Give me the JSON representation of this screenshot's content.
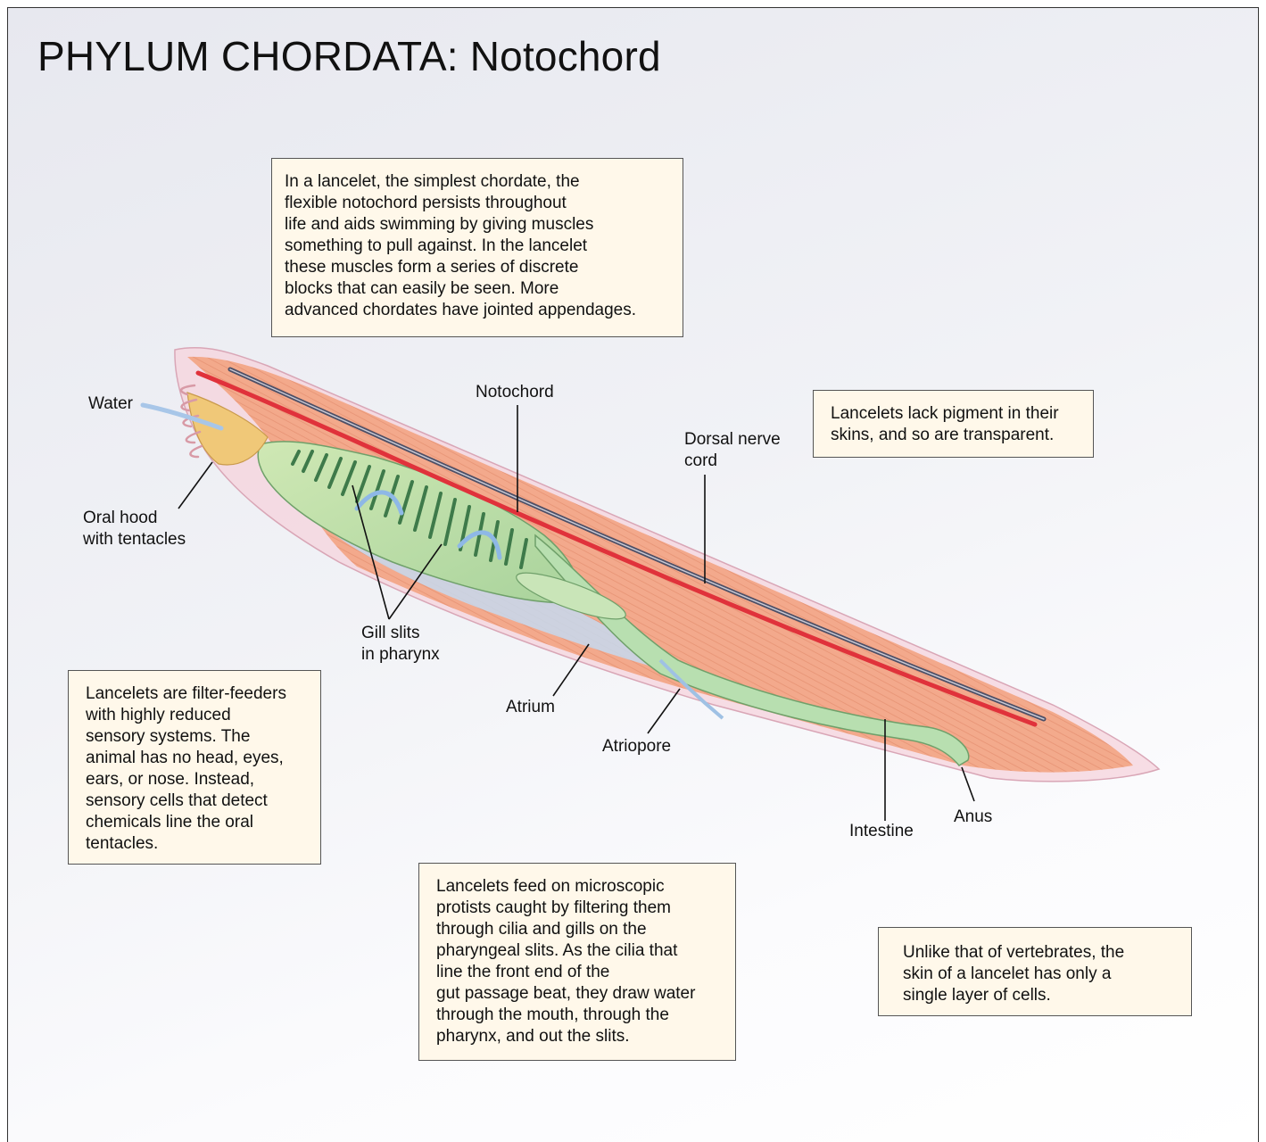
{
  "title": "PHYLUM CHORDATA: Notochord",
  "callouts": {
    "notochord_info": "In a lancelet, the simplest chordate, the\nflexible notochord persists throughout\nlife and aids swimming by giving muscles\nsomething to pull against. In the lancelet\nthese muscles form a series of discrete\nblocks that can easily be seen. More\nadvanced chordates have jointed appendages.",
    "pigment_info": "Lancelets lack pigment in their\nskins, and so are transparent.",
    "filter_feeders_info": "Lancelets are filter-feeders\nwith highly reduced\nsensory systems. The\nanimal has no head, eyes,\nears, or nose. Instead,\nsensory cells that detect\nchemicals line the oral\ntentacles.",
    "feeding_info": "Lancelets feed on microscopic\nprotists caught by filtering them\nthrough cilia and gills on the\npharyngeal slits. As the cilia that\nline the front end of the\ngut passage beat, they draw water\nthrough the mouth, through the\npharynx, and out the slits.",
    "skin_info": "Unlike that of vertebrates, the\nskin of a lancelet  has only a\nsingle layer of cells."
  },
  "labels": {
    "water": "Water",
    "notochord": "Notochord",
    "dorsal_nerve_cord": "Dorsal nerve\ncord",
    "oral_hood": "Oral hood\nwith tentacles",
    "gill_slits": "Gill slits\nin pharynx",
    "atrium": "Atrium",
    "atriopore": "Atriopore",
    "intestine": "Intestine",
    "anus": "Anus"
  }
}
